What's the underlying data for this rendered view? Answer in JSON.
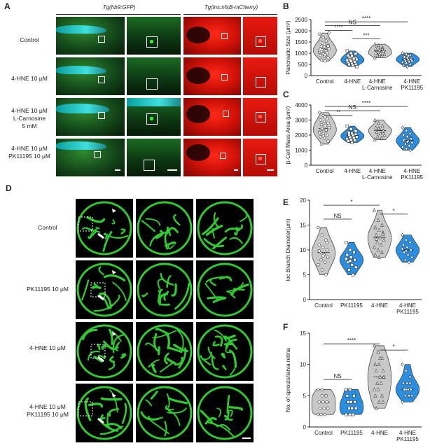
{
  "panels": {
    "A": "A",
    "B": "B",
    "C": "C",
    "D": "D",
    "E": "E",
    "F": "F"
  },
  "panelA": {
    "col_headers": [
      "Tg(hb9:GFP)",
      "Tg(ins:nfsB-mCherry)"
    ],
    "rows": [
      "Control",
      "4-HNE 10 μM",
      "4-HNE 10 μM\nL-Carnosine\n5 mM",
      "4-HNE 10 μM\nPK11195 10 μM"
    ]
  },
  "panelD": {
    "rows": [
      "Control",
      "PK11195 10 μM",
      "4-HNE 10 μM",
      "4-HNE 10 μM\nPK11195 10 μM"
    ]
  },
  "colors": {
    "gray_violin": "#c8c8c8",
    "blue_violin": "#2a8fe0",
    "green_signal": "#2ecc2e",
    "red_signal": "#e01a0e"
  },
  "chart_data": [
    {
      "panel": "B",
      "type": "violin",
      "ylabel": "Pancreatic Size (μm²)",
      "categories": [
        "Control",
        "4-HNE",
        "4-HNE\nL-Carnosine",
        "4-HNE\nPK11195"
      ],
      "ylim": [
        0,
        2500
      ],
      "yticks": [
        0,
        500,
        1000,
        1500,
        2000,
        2500
      ],
      "series": [
        {
          "values": [
            1850,
            1700,
            1600,
            1500,
            1400,
            1350,
            1300,
            1250,
            1200,
            1150,
            1100,
            1050,
            1000,
            950,
            900,
            850,
            800,
            700,
            650,
            1900,
            1450,
            1550,
            1120,
            980,
            1020,
            1180,
            1280,
            1320,
            1080,
            930
          ]
        },
        {
          "values": [
            1100,
            1000,
            950,
            900,
            850,
            800,
            780,
            750,
            720,
            700,
            680,
            650,
            620,
            600,
            580,
            550,
            520,
            500,
            450,
            400,
            820,
            760,
            690,
            640,
            610,
            900,
            880,
            980
          ]
        },
        {
          "values": [
            1400,
            1300,
            1250,
            1200,
            1150,
            1100,
            1050,
            1000,
            950,
            900,
            850,
            800,
            1350,
            1180,
            1020,
            960
          ]
        },
        {
          "values": [
            1000,
            950,
            900,
            850,
            800,
            780,
            750,
            700,
            680,
            650,
            620,
            600,
            550,
            500,
            450,
            400,
            720,
            830,
            880,
            660
          ]
        }
      ],
      "colors": [
        "#c8c8c8",
        "#2a8fe0",
        "#c8c8c8",
        "#2a8fe0"
      ],
      "markers": [
        "circle",
        "square",
        "triangle",
        "diamond"
      ],
      "significance": [
        {
          "from": 0,
          "to": 3,
          "label": "****",
          "y": 2400
        },
        {
          "from": 0,
          "to": 2,
          "label": "NS",
          "y": 2230
        },
        {
          "from": 0,
          "to": 1,
          "label": "****",
          "y": 2020
        },
        {
          "from": 1,
          "to": 2,
          "label": "***",
          "y": 1640
        }
      ]
    },
    {
      "panel": "C",
      "type": "violin",
      "ylabel": "β-Cell Mass Area (μm²)",
      "categories": [
        "Control",
        "4-HNE",
        "4-HNE\nL-Carnosine",
        "4-HNE\nPK11195"
      ],
      "ylim": [
        0,
        4000
      ],
      "yticks": [
        0,
        1000,
        2000,
        3000,
        4000
      ],
      "series": [
        {
          "values": [
            3500,
            3300,
            3100,
            3000,
            2900,
            2800,
            2700,
            2600,
            2500,
            2400,
            2300,
            2200,
            2100,
            2000,
            1900,
            1800,
            1600,
            1400,
            3200,
            2650,
            2450,
            2350,
            2150,
            1950
          ]
        },
        {
          "values": [
            2600,
            2400,
            2300,
            2200,
            2100,
            2050,
            2000,
            1950,
            1900,
            1850,
            1800,
            1750,
            1700,
            1650,
            1600,
            1500,
            2250,
            2150,
            1980,
            1880
          ]
        },
        {
          "values": [
            3000,
            2800,
            2600,
            2500,
            2400,
            2300,
            2200,
            2100,
            2000,
            1900,
            1800,
            1700,
            2450,
            2250
          ]
        },
        {
          "values": [
            2500,
            2300,
            2100,
            2000,
            1900,
            1800,
            1700,
            1600,
            1500,
            1400,
            1300,
            1200,
            1100,
            1000,
            1650,
            1550,
            1750
          ]
        }
      ],
      "colors": [
        "#c8c8c8",
        "#2a8fe0",
        "#c8c8c8",
        "#2a8fe0"
      ],
      "markers": [
        "circle",
        "square",
        "triangle",
        "diamond"
      ],
      "significance": [
        {
          "from": 0,
          "to": 3,
          "label": "****",
          "y": 3900
        },
        {
          "from": 0,
          "to": 2,
          "label": "NS",
          "y": 3620
        },
        {
          "from": 0,
          "to": 1,
          "label": "**",
          "y": 3300
        }
      ]
    },
    {
      "panel": "E",
      "type": "violin",
      "ylabel": "loc Branch Diameter(μm)",
      "categories": [
        "Control",
        "PK11195",
        "4-HNE",
        "4-HNE\nPK11195"
      ],
      "ylim": [
        0,
        20
      ],
      "yticks": [
        0,
        5,
        10,
        15,
        20
      ],
      "series": [
        {
          "values": [
            14.5,
            13,
            12,
            11,
            10.5,
            10,
            9.5,
            9,
            8.5,
            8,
            7.5,
            7,
            6,
            5,
            9.8,
            8.8,
            11.5
          ]
        },
        {
          "values": [
            11.5,
            10,
            9.5,
            9,
            8.5,
            8,
            7.5,
            7,
            6.5,
            6,
            5,
            8.2,
            7.8
          ]
        },
        {
          "values": [
            18,
            16,
            15,
            14.5,
            14,
            13.5,
            13,
            12.5,
            12,
            11.5,
            11,
            10.5,
            10,
            9.5,
            9,
            8.5,
            13.2,
            12.2
          ]
        },
        {
          "values": [
            13,
            12,
            11.5,
            11,
            10.5,
            10,
            9.5,
            9,
            8.5,
            8,
            7.5,
            10.2,
            9.8
          ]
        }
      ],
      "colors": [
        "#c8c8c8",
        "#2a8fe0",
        "#c8c8c8",
        "#2a8fe0"
      ],
      "markers": [
        "circle",
        "square",
        "triangle",
        "diamond"
      ],
      "significance": [
        {
          "from": 0,
          "to": 2,
          "label": "*",
          "y": 19
        },
        {
          "from": 0,
          "to": 1,
          "label": "NS",
          "y": 16.2
        },
        {
          "from": 2,
          "to": 3,
          "label": "*",
          "y": 17.2
        }
      ]
    },
    {
      "panel": "F",
      "type": "violin",
      "ylabel": "No. of sprouts/larva retina",
      "categories": [
        "Control",
        "PK11195",
        "4-HNE",
        "4-HNE\nPK11195"
      ],
      "ylim": [
        0,
        15
      ],
      "yticks": [
        0,
        5,
        10,
        15
      ],
      "series": [
        {
          "values": [
            6,
            5,
            5,
            4,
            4,
            4,
            3,
            3,
            3,
            2,
            2,
            2,
            6,
            5
          ]
        },
        {
          "values": [
            6,
            6,
            5,
            5,
            4,
            4,
            4,
            3,
            3,
            3,
            2,
            2,
            2
          ]
        },
        {
          "values": [
            13,
            12,
            11,
            10,
            10,
            9,
            9,
            8,
            8,
            7,
            7,
            6,
            6,
            5,
            5,
            4,
            4,
            3,
            11,
            8
          ]
        },
        {
          "values": [
            10,
            9,
            8,
            7,
            7,
            6,
            6,
            6,
            5,
            5,
            5,
            4,
            6,
            7
          ]
        }
      ],
      "colors": [
        "#c8c8c8",
        "#2a8fe0",
        "#c8c8c8",
        "#2a8fe0"
      ],
      "markers": [
        "circle",
        "square",
        "triangle",
        "diamond"
      ],
      "significance": [
        {
          "from": 0,
          "to": 2,
          "label": "****",
          "y": 13.3
        },
        {
          "from": 0,
          "to": 1,
          "label": "NS",
          "y": 7.6
        },
        {
          "from": 2,
          "to": 3,
          "label": "*",
          "y": 12.3
        }
      ]
    }
  ]
}
